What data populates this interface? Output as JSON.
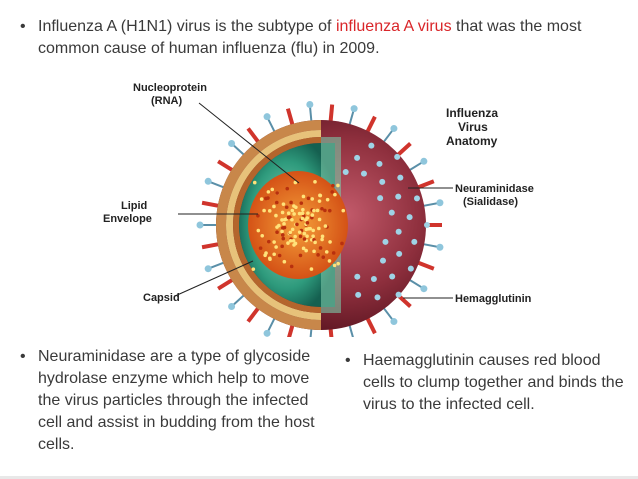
{
  "slide": {
    "top_bullet": {
      "bullet": "•",
      "text_before": "Influenza A (H1N1) virus is the subtype of ",
      "accent_text": "influenza A virus",
      "text_after": " that was the most common cause of human influenza (flu) in 2009.",
      "accent_color": "#d9262a"
    },
    "figure": {
      "labels": {
        "nucleoprotein_line1": "Nucleoprotein",
        "nucleoprotein_line2": "(RNA)",
        "title_line1": "Influenza",
        "title_line2": "Virus",
        "title_line3": "Anatomy",
        "lipid_line1": "Lipid",
        "lipid_line2": "Envelope",
        "neuraminidase_line1": "Neuraminidase",
        "neuraminidase_line2": "(Sialidase)",
        "capsid": "Capsid",
        "hemagglutinin": "Hemagglutinin"
      }
    },
    "bottom_left_bullet": {
      "bullet": "•",
      "text": " Neuraminidase are a type of glycoside hydrolase enzyme which help to move the virus particles through the infected cell and assist in budding from the host cells."
    },
    "bottom_right_bullet": {
      "bullet": "•",
      "text": "Haemagglutinin causes red blood cells to clump together and binds the virus to the infected cell."
    }
  }
}
